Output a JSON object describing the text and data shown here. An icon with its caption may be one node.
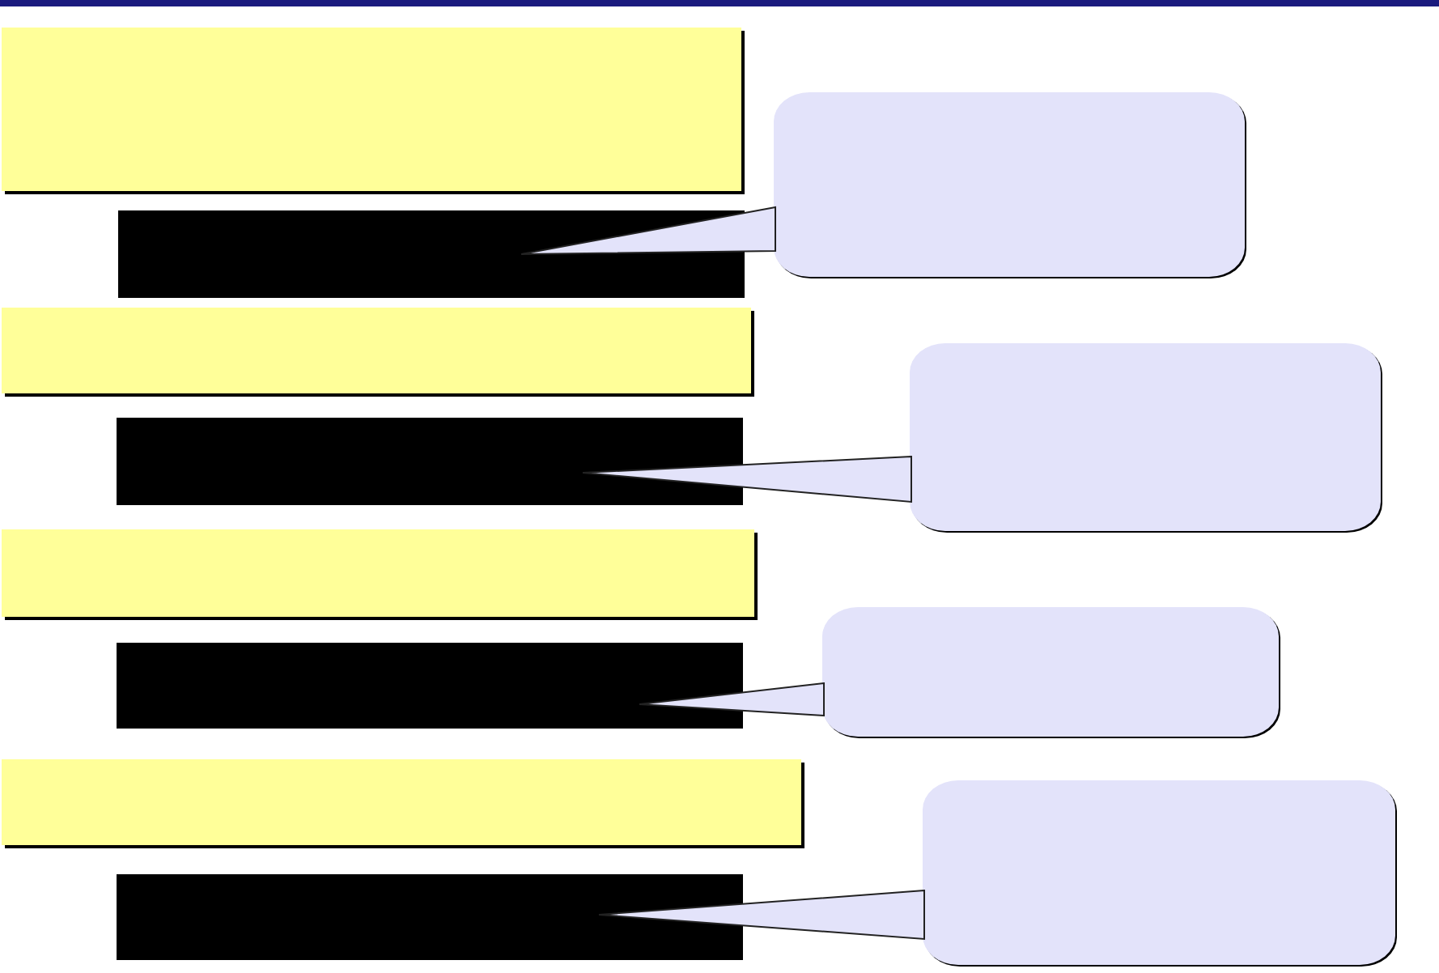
{
  "diagram": {
    "nodes": [
      {
        "text": [],
        "shape": "box"
      },
      {
        "text": [],
        "shape": "callout"
      },
      {
        "text": [],
        "shape": "bar"
      },
      {
        "text": [],
        "shape": "box"
      },
      {
        "text": [],
        "shape": "callout"
      },
      {
        "text": [],
        "shape": "bar"
      },
      {
        "text": [],
        "shape": "box"
      },
      {
        "text": [],
        "shape": "callout"
      },
      {
        "text": [],
        "shape": "bar"
      },
      {
        "text": [],
        "shape": "box"
      },
      {
        "text": [],
        "shape": "callout"
      },
      {
        "text": [],
        "shape": "bar"
      }
    ],
    "edges": [
      {
        "from": 1,
        "to": 2,
        "arrow": "none"
      },
      {
        "from": 4,
        "to": 5,
        "arrow": "none"
      },
      {
        "from": 7,
        "to": 8,
        "arrow": "none"
      },
      {
        "from": 10,
        "to": 11,
        "arrow": "none"
      }
    ]
  }
}
